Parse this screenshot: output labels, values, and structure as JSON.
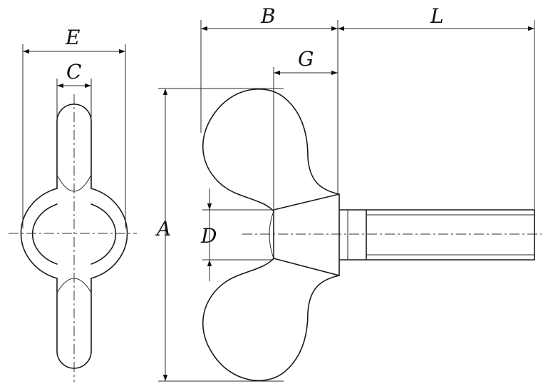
{
  "dimension_labels": {
    "E": "E",
    "C": "C",
    "B": "B",
    "L": "L",
    "G": "G",
    "A": "A",
    "D": "D"
  },
  "colors": {
    "line": "#1a1a1a",
    "background": "#ffffff"
  }
}
